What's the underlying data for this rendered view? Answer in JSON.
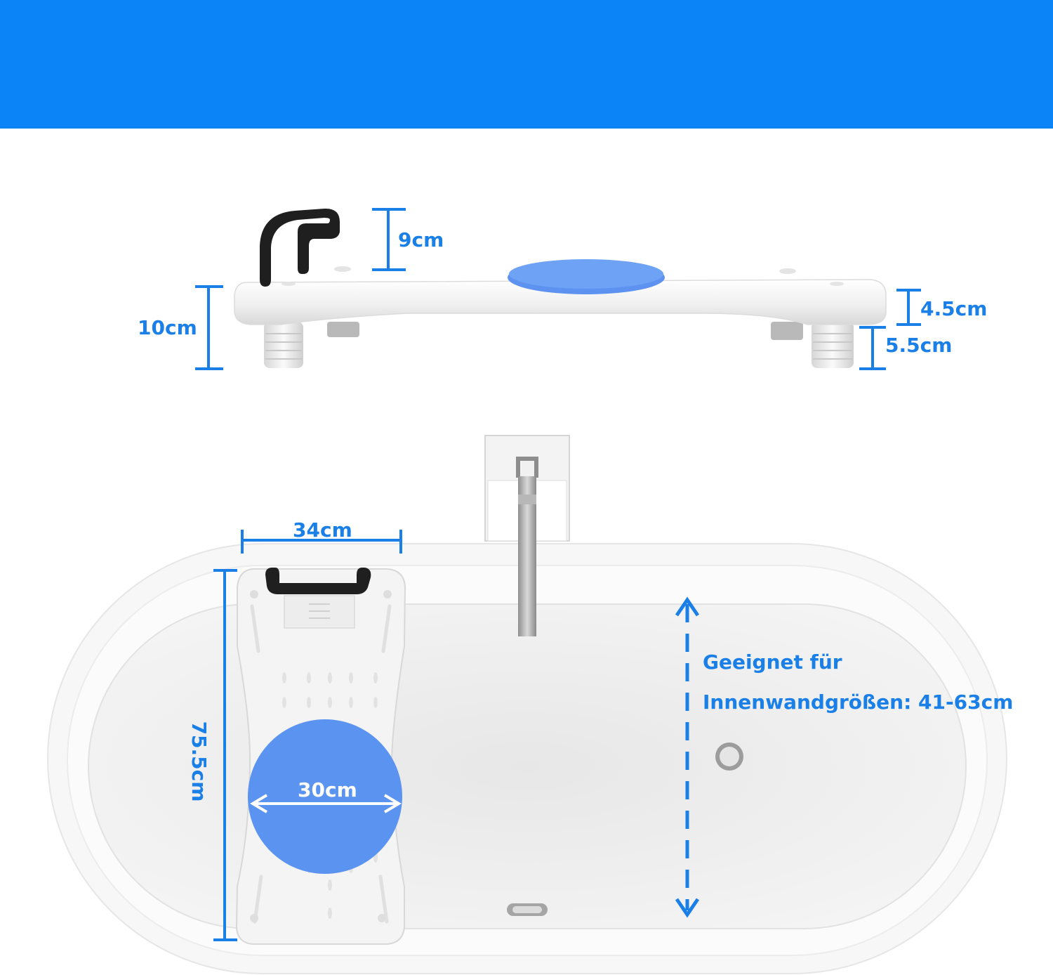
{
  "colors": {
    "banner": "#0a84f7",
    "accent": "#1a7fe6",
    "seat_disc": "#6b9ff0",
    "handle": "#1e1e1e",
    "tub": "#f6f6f6",
    "board": "#f3f3f3"
  },
  "side_view": {
    "handle_height": "9cm",
    "total_height": "10cm",
    "board_thickness": "4.5cm",
    "leg_height": "5.5cm"
  },
  "top_view": {
    "board_width": "34cm",
    "board_length": "75.5cm",
    "seat_diameter": "30cm",
    "fit_line1": "Geeignet für",
    "fit_line2": "Innenwandgrößen: 41-63cm"
  },
  "icons": [
    "bath-board-side-view",
    "bathtub-top-view",
    "faucet-icon",
    "drain-icon"
  ]
}
